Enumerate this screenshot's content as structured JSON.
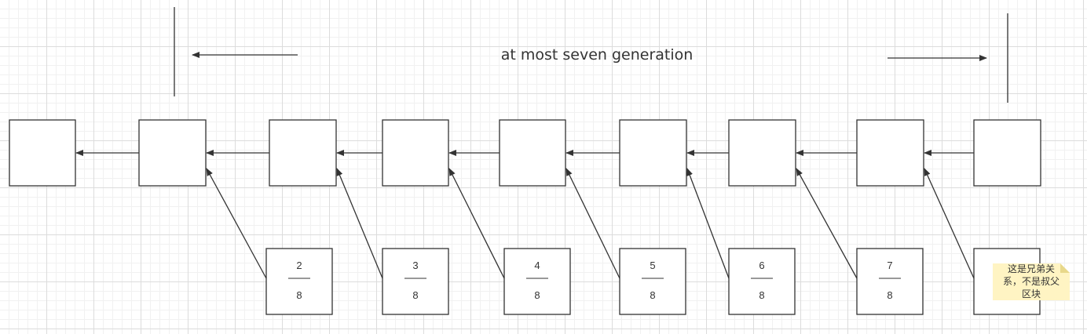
{
  "title": "at most seven generation",
  "chain_block_count": 9,
  "uncle_fractions": [
    {
      "numerator": "2",
      "denominator": "8"
    },
    {
      "numerator": "3",
      "denominator": "8"
    },
    {
      "numerator": "4",
      "denominator": "8"
    },
    {
      "numerator": "5",
      "denominator": "8"
    },
    {
      "numerator": "6",
      "denominator": "8"
    },
    {
      "numerator": "7",
      "denominator": "8"
    }
  ],
  "note": {
    "lines": [
      "这是兄弟关",
      "系，不是叔父",
      "区块"
    ],
    "color": "#fff4c3",
    "fold_color": "#e8d88a"
  },
  "colors": {
    "stroke": "#333333",
    "box_fill": "#ffffff"
  }
}
